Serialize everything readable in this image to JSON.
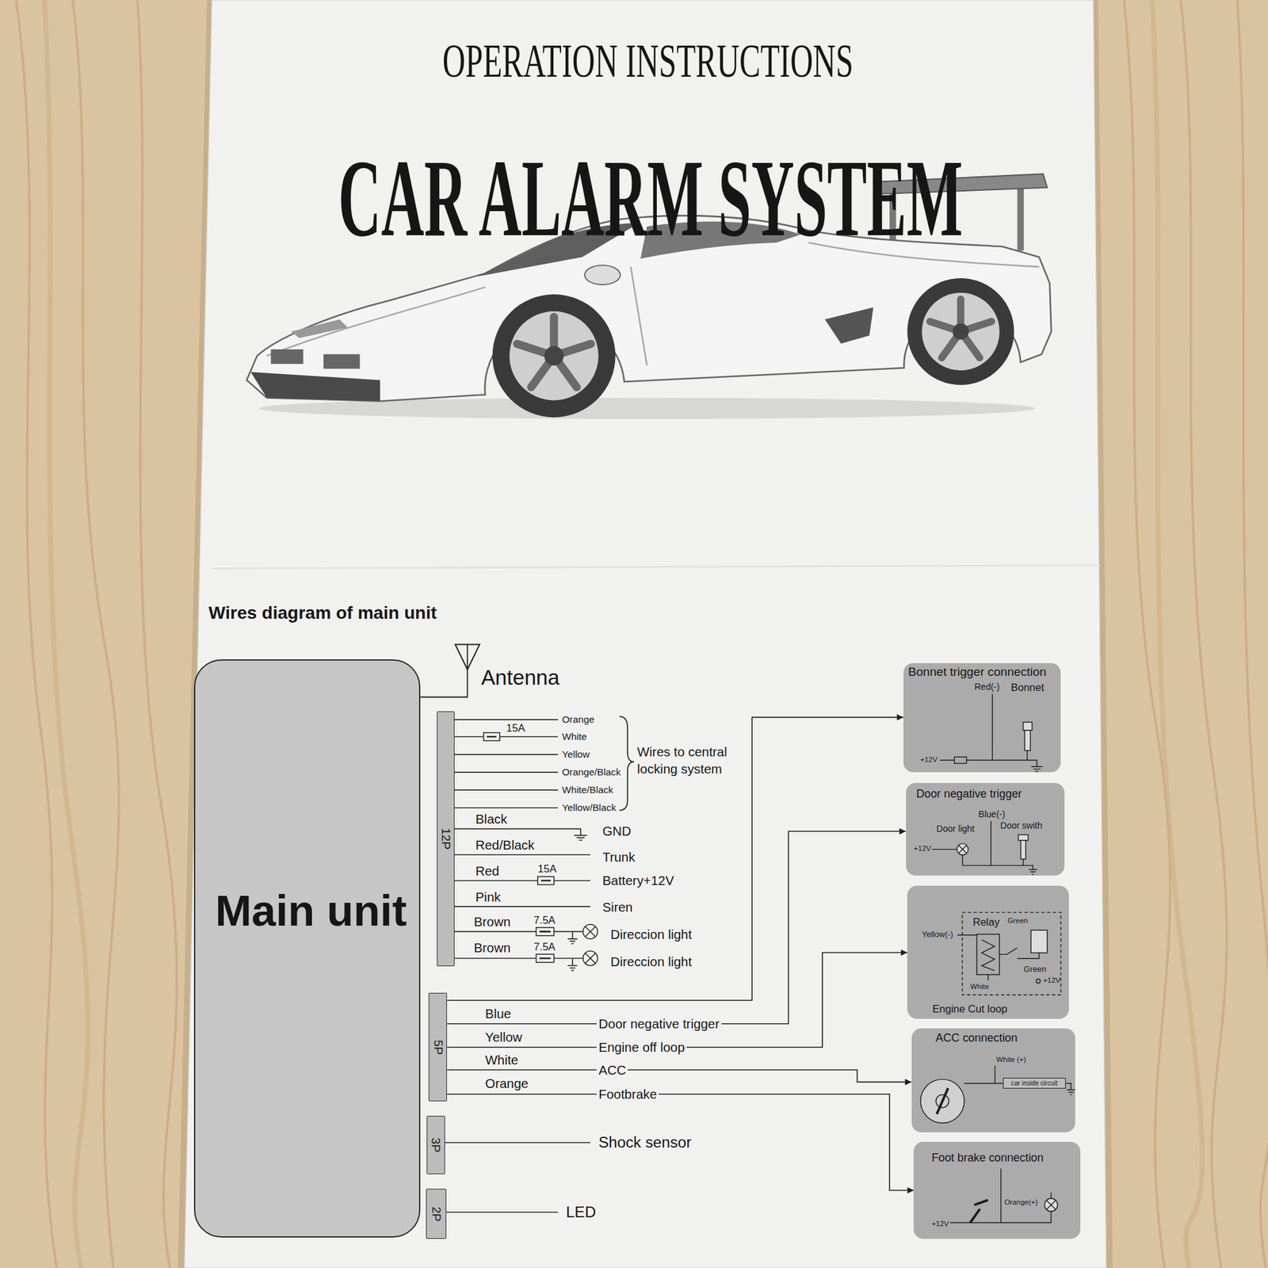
{
  "diagram": {
    "title": "CAR ALARM SYSTEM",
    "nodes": [
      {
        "text": [
          "Main unit"
        ]
      },
      {
        "text": [
          "12P"
        ]
      },
      {
        "text": [
          "5P"
        ]
      },
      {
        "text": [
          "3P"
        ]
      },
      {
        "text": [
          "2P"
        ]
      },
      {
        "text": [
          "Bonnet trigger connection",
          "Red(-)",
          "Bonnet",
          "+12V"
        ]
      },
      {
        "text": [
          "Door negative trigger",
          "Blue(-)",
          "Door light",
          "Door swith",
          "+12V"
        ]
      },
      {
        "text": [
          "Relay",
          "Green",
          "Yellow(-)",
          "Green",
          "+12V",
          "White",
          "Engine Cut loop"
        ]
      },
      {
        "text": [
          "ACC connection",
          "White (+)"
        ]
      },
      {
        "text": [
          "car inside circuit"
        ],
        "in": 8
      },
      {
        "text": [
          "Foot brake connection",
          "Orange(+)",
          "+12V"
        ]
      }
    ],
    "edges": [
      {
        "from": 2,
        "to": 5,
        "arrow": "to"
      },
      {
        "from": 2,
        "to": 6,
        "label": "Door negative trigger",
        "arrow": "to"
      },
      {
        "from": 2,
        "to": 7,
        "label": "Engine off loop",
        "arrow": "to"
      },
      {
        "from": 2,
        "to": 8,
        "label": "ACC",
        "arrow": "to"
      },
      {
        "from": 2,
        "to": 10,
        "label": "Footbrake",
        "arrow": "to"
      }
    ],
    "labels": [
      "OPERATION INSTRUCTIONS",
      "Wires diagram of main unit",
      "Antenna",
      "15A",
      "Orange",
      "White",
      "Yellow",
      "Orange/Black",
      "White/Black",
      "Yellow/Black",
      "Wires to central locking system",
      "Black",
      "GND",
      "Red/Black",
      "Trunk",
      "Red",
      "15A",
      "Battery+12V",
      "Pink",
      "Siren",
      "Brown",
      "7.5A",
      "Direccion light",
      "Brown",
      "7.5A",
      "Direccion light",
      "Blue",
      "Yellow",
      "White",
      "Orange",
      "Shock sensor",
      "LED"
    ]
  }
}
